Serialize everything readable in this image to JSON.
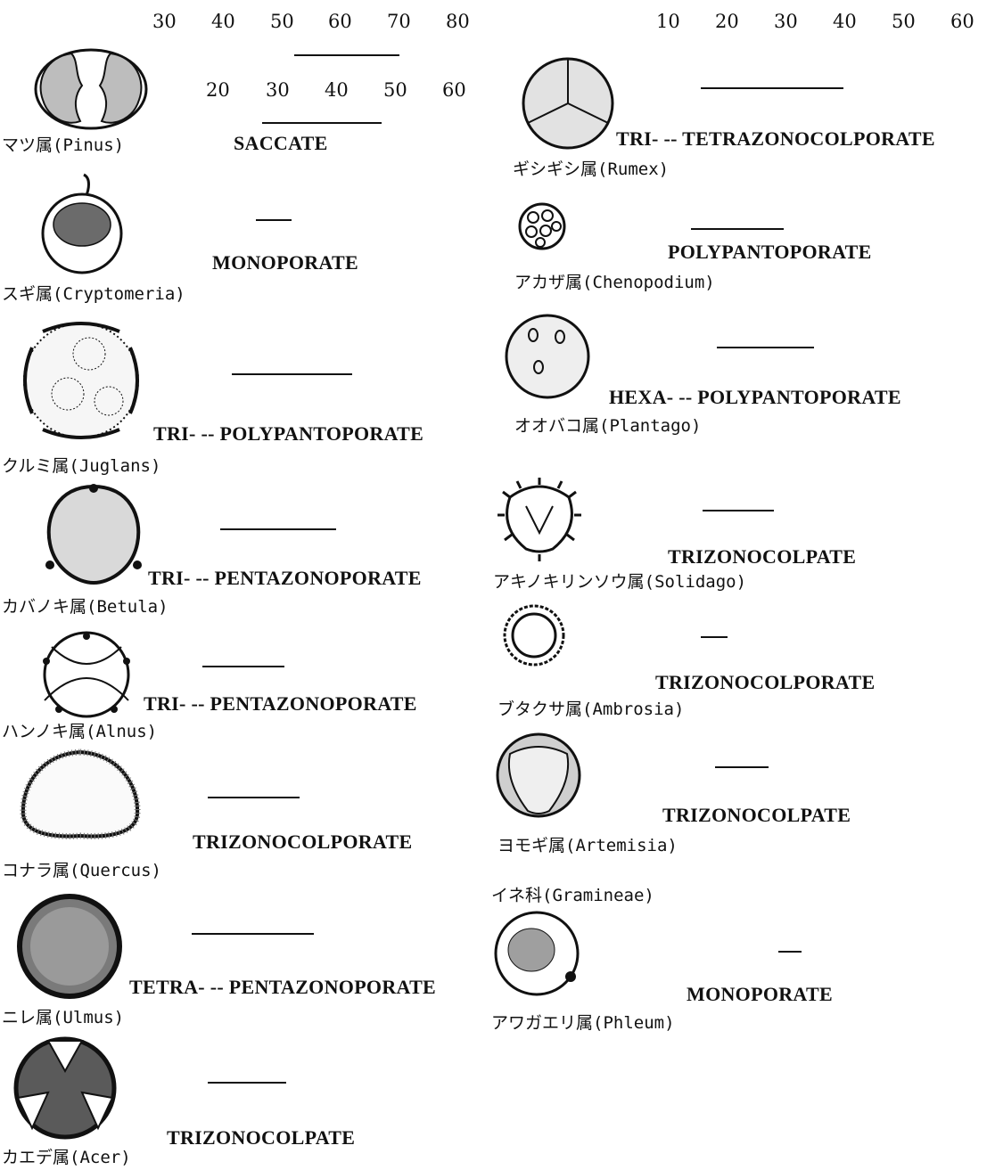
{
  "scales": {
    "left_top": [
      "30",
      "40",
      "50",
      "60",
      "70",
      "80"
    ],
    "left_second": [
      "20",
      "30",
      "40",
      "50",
      "60"
    ],
    "right_top": [
      "10",
      "20",
      "30",
      "40",
      "50",
      "60"
    ]
  },
  "left": [
    {
      "name": "マツ属(Pinus)",
      "category": "SACCATE",
      "icon": "pinus-pollen-icon"
    },
    {
      "name": "スギ属(Cryptomeria)",
      "category": "MONOPORATE",
      "icon": "cryptomeria-pollen-icon"
    },
    {
      "name": "クルミ属(Juglans)",
      "category": "TRI- -- POLYPANTOPORATE",
      "icon": "juglans-pollen-icon"
    },
    {
      "name": "カバノキ属(Betula)",
      "category": "TRI- -- PENTAZONOPORATE",
      "icon": "betula-pollen-icon"
    },
    {
      "name": "ハンノキ属(Alnus)",
      "category": "TRI- -- PENTAZONOPORATE",
      "icon": "alnus-pollen-icon"
    },
    {
      "name": "コナラ属(Quercus)",
      "category": "TRIZONOCOLPORATE",
      "icon": "quercus-pollen-icon"
    },
    {
      "name": "ニレ属(Ulmus)",
      "category": "TETRA- -- PENTAZONOPORATE",
      "icon": "ulmus-pollen-icon"
    },
    {
      "name": "カエデ属(Acer)",
      "category": "TRIZONOCOLPATE",
      "icon": "acer-pollen-icon"
    }
  ],
  "right": [
    {
      "name": "ギシギシ属(Rumex)",
      "category": "TRI- -- TETRAZONOCOLPORATE",
      "icon": "rumex-pollen-icon"
    },
    {
      "name": "アカザ属(Chenopodium)",
      "category": "POLYPANTOPORATE",
      "icon": "chenopodium-pollen-icon"
    },
    {
      "name": "オオバコ属(Plantago)",
      "category": "HEXA- -- POLYPANTOPORATE",
      "icon": "plantago-pollen-icon"
    },
    {
      "name": "アキノキリンソウ属(Solidago)",
      "category": "TRIZONOCOLPATE",
      "icon": "solidago-pollen-icon"
    },
    {
      "name": "ブタクサ属(Ambrosia)",
      "category": "TRIZONOCOLPORATE",
      "icon": "ambrosia-pollen-icon"
    },
    {
      "name": "ヨモギ属(Artemisia)",
      "category": "TRIZONOCOLPATE",
      "icon": "artemisia-pollen-icon"
    },
    {
      "name": "アワガエリ属(Phleum)",
      "category": "MONOPORATE",
      "icon": "phleum-pollen-icon"
    }
  ],
  "family_label": "イネ科(Gramineae)"
}
